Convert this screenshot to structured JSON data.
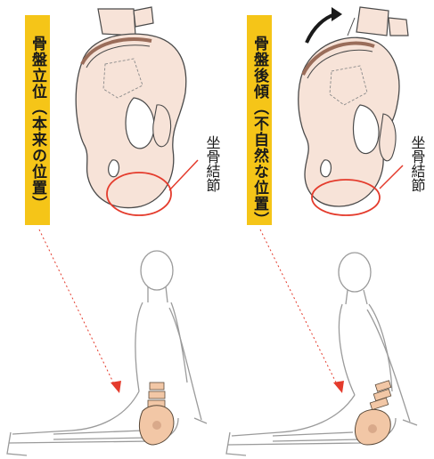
{
  "panels": [
    {
      "label": "骨盤立位（本来の位置）",
      "annotation": "坐骨結節"
    },
    {
      "label": "骨盤後傾（不自然な位置）",
      "annotation": "坐骨結節"
    }
  ],
  "colors": {
    "label_bg": "#f5c518",
    "bone_fill": "#f7e3d8",
    "bone_stroke": "#4a4a4a",
    "highlight": "#e43b2c",
    "body_stroke": "#9b9b9b",
    "arrow": "#1a1a1a"
  }
}
